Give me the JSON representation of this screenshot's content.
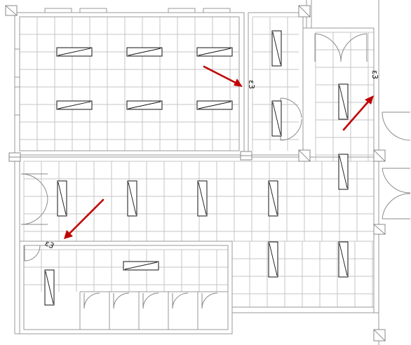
{
  "plan": {
    "background": "#ffffff",
    "grid_color": "#c4c4c4",
    "wall_color": "#9a9a9a",
    "fixture_color": "#111111",
    "highlight_arrow_color": "#c00000"
  },
  "tags": [
    {
      "name": "tag-room-upper",
      "text": "ε3"
    },
    {
      "name": "tag-room-right",
      "text": "ε3"
    },
    {
      "name": "tag-room-lower",
      "text": "ε3"
    }
  ],
  "arrows": [
    {
      "name": "arrow-upper",
      "points_to": "tag-room-upper"
    },
    {
      "name": "arrow-right",
      "points_to": "tag-room-right"
    },
    {
      "name": "arrow-lower",
      "points_to": "tag-room-lower"
    }
  ],
  "fixtures": {
    "light_icon": "light-fixture-icon",
    "door_icon": "door-swing-icon",
    "column_icon": "column-icon"
  }
}
